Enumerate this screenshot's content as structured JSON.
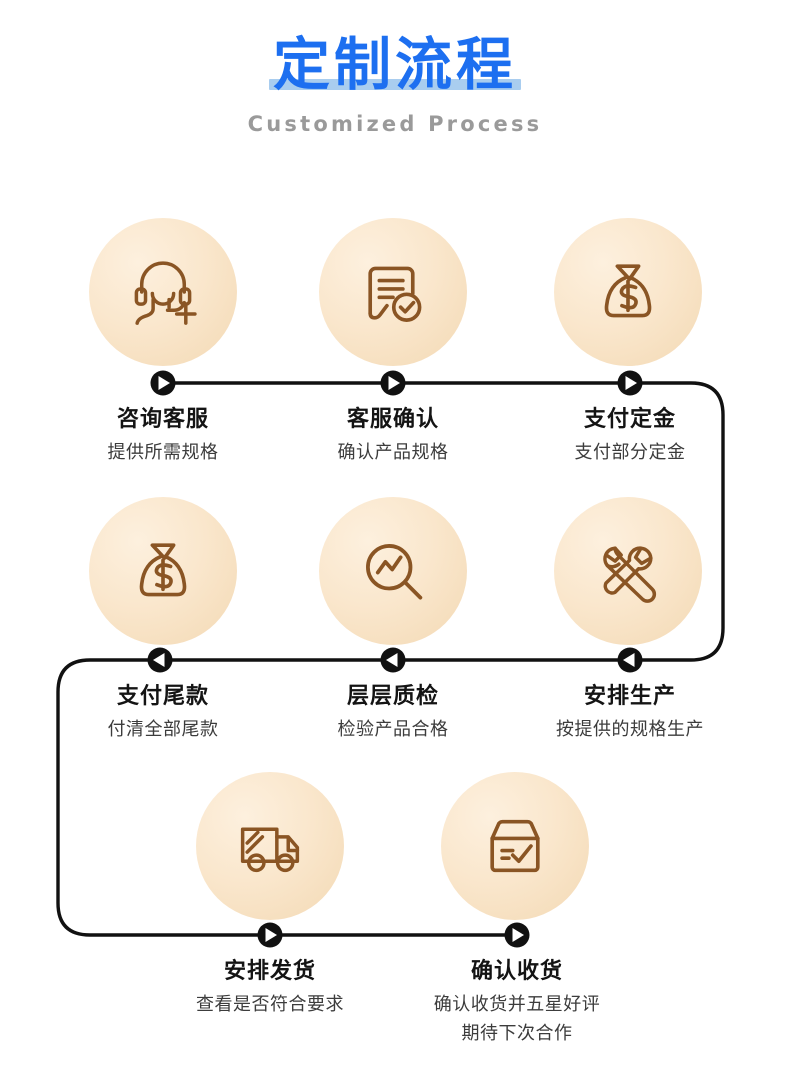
{
  "header": {
    "title": "定制流程",
    "subtitle": "Customized Process",
    "title_color": "#1d6ff0",
    "underline_color": "#a9cdef",
    "subtitle_color": "#9a9a9a"
  },
  "theme": {
    "circle_fill_light": "#fdf0de",
    "circle_fill_dark": "#f3d9b4",
    "icon_stroke": "#8a5524",
    "line_color": "#111111",
    "text_color": "#141414",
    "desc_color": "#3c3c3c"
  },
  "steps": [
    {
      "index": 1,
      "icon": "headset-add-icon",
      "name": "咨询客服",
      "desc": "提供所需规格",
      "desc2": "",
      "marker": "play-right"
    },
    {
      "index": 2,
      "icon": "document-check-icon",
      "name": "客服确认",
      "desc": "确认产品规格",
      "desc2": "",
      "marker": "play-right"
    },
    {
      "index": 3,
      "icon": "money-bag-icon",
      "name": "支付定金",
      "desc": "支付部分定金",
      "desc2": "",
      "marker": "play-right"
    },
    {
      "index": 4,
      "icon": "money-bag-icon",
      "name": "支付尾款",
      "desc": "付清全部尾款",
      "desc2": "",
      "marker": "play-left"
    },
    {
      "index": 5,
      "icon": "magnifier-chart-icon",
      "name": "层层质检",
      "desc": "检验产品合格",
      "desc2": "",
      "marker": "play-left"
    },
    {
      "index": 6,
      "icon": "tools-icon",
      "name": "安排生产",
      "desc": "按提供的规格生产",
      "desc2": "",
      "marker": "play-left"
    },
    {
      "index": 7,
      "icon": "delivery-truck-icon",
      "name": "安排发货",
      "desc": "查看是否符合要求",
      "desc2": "",
      "marker": "play-right"
    },
    {
      "index": 8,
      "icon": "box-check-icon",
      "name": "确认收货",
      "desc": "确认收货并五星好评",
      "desc2": "期待下次合作",
      "marker": "play-right"
    }
  ]
}
